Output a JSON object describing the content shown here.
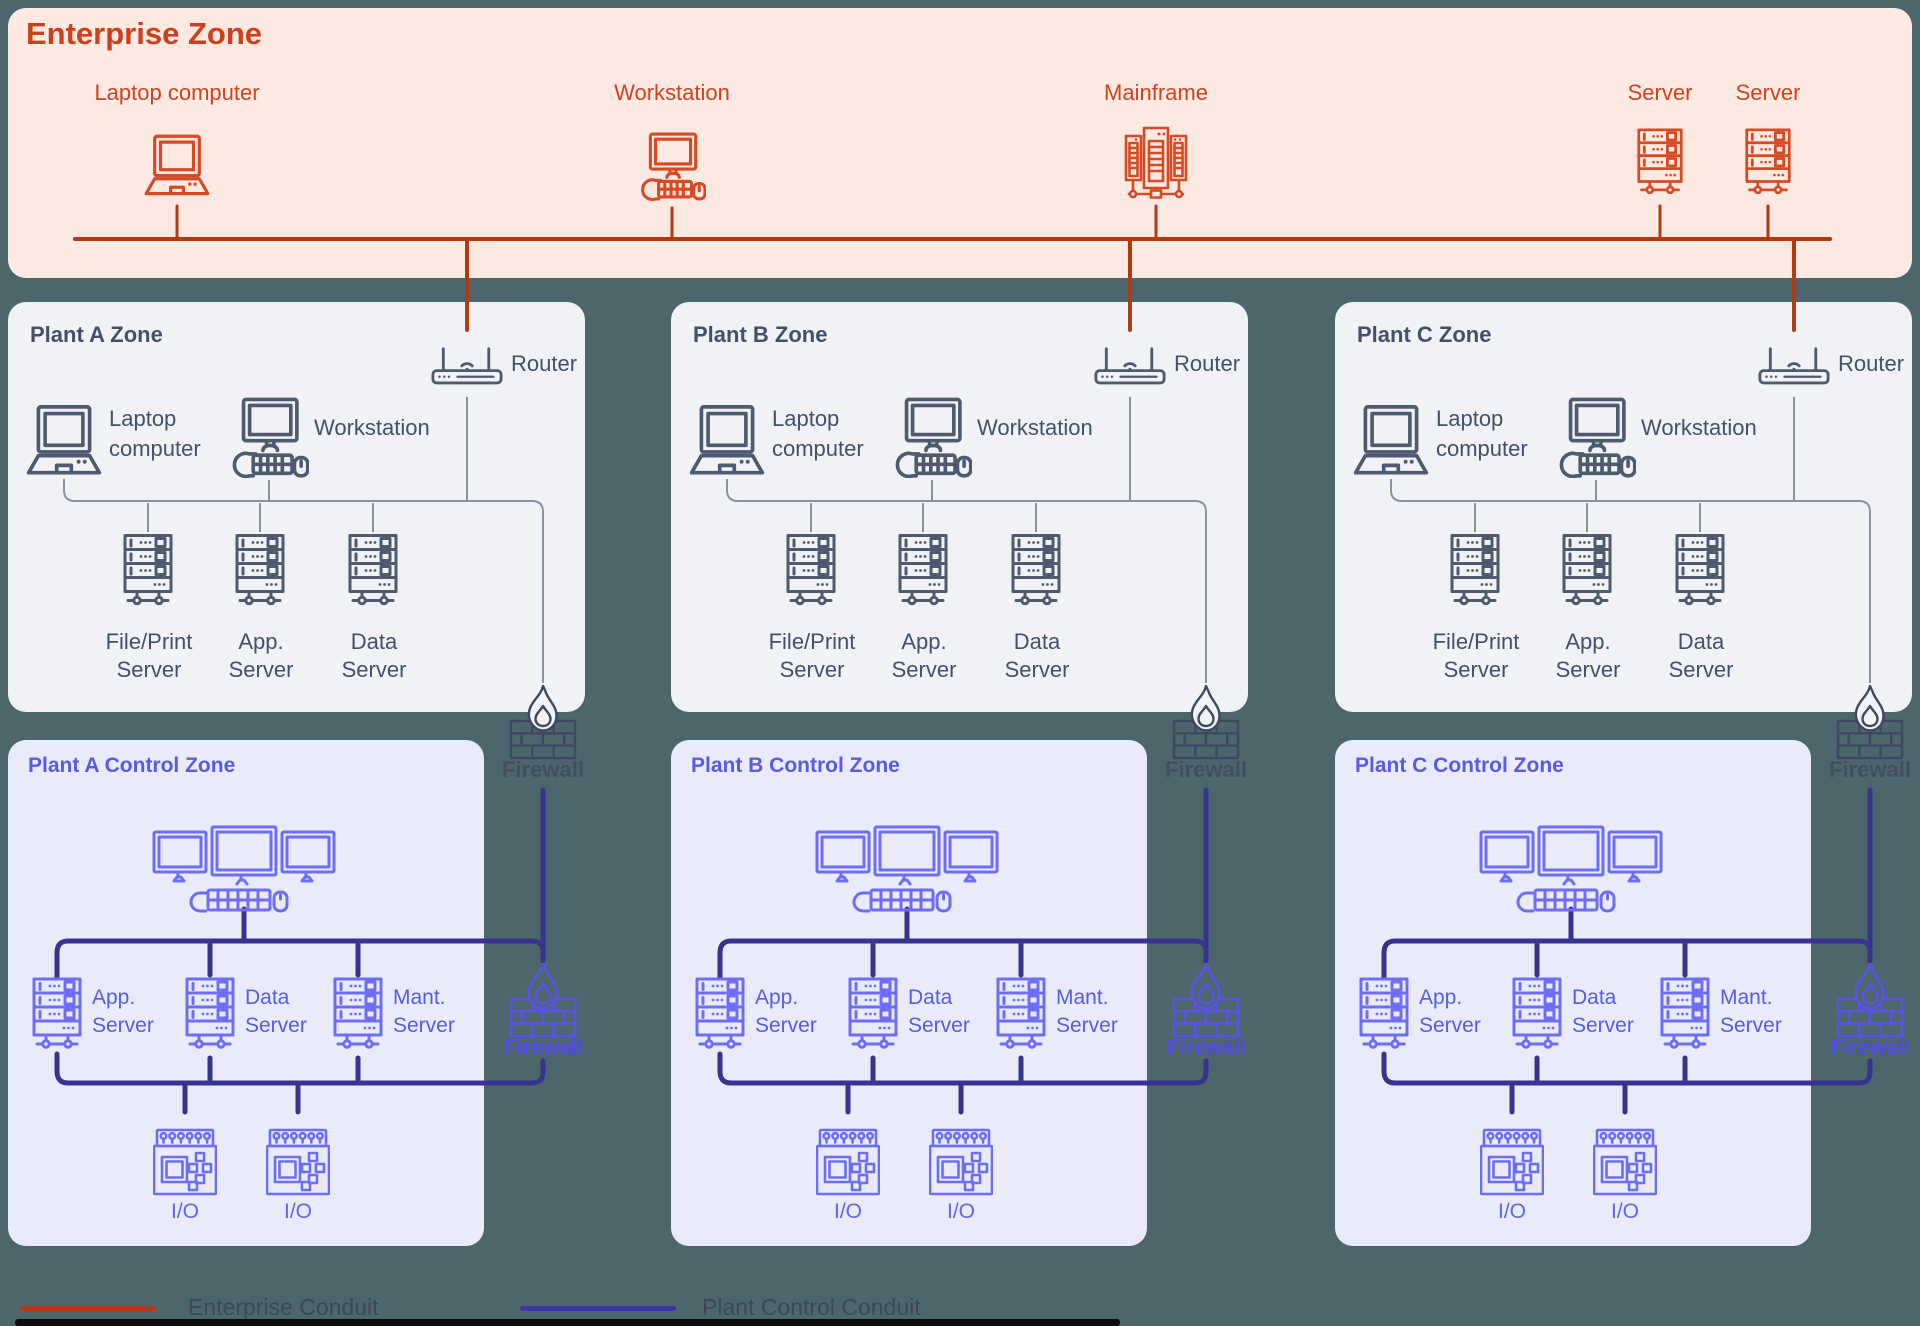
{
  "colors": {
    "canvas_bg": "#4D666B",
    "enterprise_panel_bg": "#FBE9E2",
    "enterprise_accent": "#D0431F",
    "enterprise_conduit": "#B23A12",
    "plant_panel_bg": "#F0F2F5",
    "plant_text": "#44506A",
    "plant_connector": "#8A92A2",
    "control_panel_bg": "#E9EBFB",
    "control_title": "#5857E8",
    "control_icon": "#6E6DF5",
    "plant_control_conduit": "#37338F",
    "zone_firewall": "#3E4961",
    "control_firewall": "#5A50F2",
    "legend_text": "#3D4759"
  },
  "enterprise_zone": {
    "title": "Enterprise Zone",
    "devices": {
      "laptop": "Laptop computer",
      "workstation": "Workstation",
      "mainframe": "Mainframe",
      "server1": "Server",
      "server2": "Server"
    }
  },
  "plant_zones": [
    {
      "title": "Plant A Zone",
      "router": "Router",
      "laptop_line1": "Laptop",
      "laptop_line2": "computer",
      "workstation": "Workstation",
      "servers": [
        [
          "File/Print",
          "Server"
        ],
        [
          "App.",
          "Server"
        ],
        [
          "Data",
          "Server"
        ]
      ],
      "firewall": "Firewall"
    },
    {
      "title": "Plant B Zone",
      "router": "Router",
      "laptop_line1": "Laptop",
      "laptop_line2": "computer",
      "workstation": "Workstation",
      "servers": [
        [
          "File/Print",
          "Server"
        ],
        [
          "App.",
          "Server"
        ],
        [
          "Data",
          "Server"
        ]
      ],
      "firewall": "Firewall"
    },
    {
      "title": "Plant C Zone",
      "router": "Router",
      "laptop_line1": "Laptop",
      "laptop_line2": "computer",
      "workstation": "Workstation",
      "servers": [
        [
          "File/Print",
          "Server"
        ],
        [
          "App.",
          "Server"
        ],
        [
          "Data",
          "Server"
        ]
      ],
      "firewall": "Firewall"
    }
  ],
  "control_zones": [
    {
      "title": "Plant A Control Zone",
      "servers": [
        [
          "App.",
          "Server"
        ],
        [
          "Data",
          "Server"
        ],
        [
          "Mant.",
          "Server"
        ]
      ],
      "io": [
        "I/O",
        "I/O"
      ],
      "firewall": "Firewall"
    },
    {
      "title": "Plant B Control Zone",
      "servers": [
        [
          "App.",
          "Server"
        ],
        [
          "Data",
          "Server"
        ],
        [
          "Mant.",
          "Server"
        ]
      ],
      "io": [
        "I/O",
        "I/O"
      ],
      "firewall": "Firewall"
    },
    {
      "title": "Plant C Control Zone",
      "servers": [
        [
          "App.",
          "Server"
        ],
        [
          "Data",
          "Server"
        ],
        [
          "Mant.",
          "Server"
        ]
      ],
      "io": [
        "I/O",
        "I/O"
      ],
      "firewall": "Firewall"
    }
  ],
  "legend": {
    "items": [
      {
        "label": "Enterprise Conduit",
        "color": "#B23A12"
      },
      {
        "label": "Plant Control Conduit",
        "color": "#3A35A8"
      }
    ]
  }
}
